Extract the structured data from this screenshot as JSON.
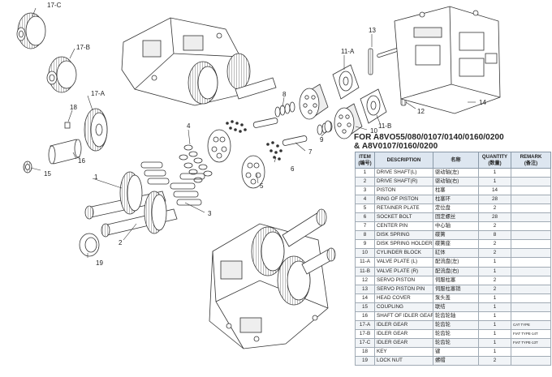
{
  "heading": {
    "line1": "FOR A8VO55/080/0107/0140/0160/0200",
    "line2": "& A8V0107/0160/0200"
  },
  "table": {
    "headers": {
      "item": "ITEM",
      "item_cn": "(编号)",
      "description": "DESCRIPTION",
      "name_cn": "名称",
      "quantity": "QUANTITY",
      "quantity_cn": "(数量)",
      "remark": "REMARK",
      "remark_cn": "(备注)"
    },
    "rows": [
      {
        "item": "1",
        "desc": "DRIVE SHAFT(L)",
        "cn": "驱动轴(左)",
        "qty": "1",
        "remark": ""
      },
      {
        "item": "2",
        "desc": "DRIVE SHAFT(R)",
        "cn": "驱动轴(右)",
        "qty": "1",
        "remark": ""
      },
      {
        "item": "3",
        "desc": "PISTON",
        "cn": "柱塞",
        "qty": "14",
        "remark": ""
      },
      {
        "item": "4",
        "desc": "RING OF PISTON",
        "cn": "柱塞环",
        "qty": "28",
        "remark": ""
      },
      {
        "item": "5",
        "desc": "RETAINER PLATE",
        "cn": "定位盘",
        "qty": "2",
        "remark": ""
      },
      {
        "item": "6",
        "desc": "SOCKET BOLT",
        "cn": "固定螺丝",
        "qty": "28",
        "remark": ""
      },
      {
        "item": "7",
        "desc": "CENTER PIN",
        "cn": "中心轴",
        "qty": "2",
        "remark": ""
      },
      {
        "item": "8",
        "desc": "DISK SPRING",
        "cn": "碟簧",
        "qty": "8",
        "remark": ""
      },
      {
        "item": "9",
        "desc": "DISK SPRING HOLDER",
        "cn": "碟簧座",
        "qty": "2",
        "remark": ""
      },
      {
        "item": "10",
        "desc": "CYLINDER BLOCK",
        "cn": "缸体",
        "qty": "2",
        "remark": ""
      },
      {
        "item": "11-A",
        "desc": "VALVE PLATE (L)",
        "cn": "配流盘(左)",
        "qty": "1",
        "remark": ""
      },
      {
        "item": "11-B",
        "desc": "VALVE PLATE (R)",
        "cn": "配流盘(右)",
        "qty": "1",
        "remark": ""
      },
      {
        "item": "12",
        "desc": "SERVO PISTON",
        "cn": "伺服柱塞",
        "qty": "2",
        "remark": ""
      },
      {
        "item": "13",
        "desc": "SERVO PISTON PIN",
        "cn": "伺服柱塞销",
        "qty": "2",
        "remark": ""
      },
      {
        "item": "14",
        "desc": "HEAD COVER",
        "cn": "泵头盖",
        "qty": "1",
        "remark": ""
      },
      {
        "item": "15",
        "desc": "COUPLING",
        "cn": "联结",
        "qty": "1",
        "remark": ""
      },
      {
        "item": "16",
        "desc": "SHAFT OF IDLER GEAR",
        "cn": "轮齿轮轴",
        "qty": "1",
        "remark": ""
      },
      {
        "item": "17-A",
        "desc": "IDLER GEAR",
        "cn": "轮齿轮",
        "qty": "1",
        "remark": "CAT TYPE"
      },
      {
        "item": "17-B",
        "desc": "IDLER GEAR",
        "cn": "轮齿轮",
        "qty": "1",
        "remark": "FIAT TYPE-14T"
      },
      {
        "item": "17-C",
        "desc": "IDLER GEAR",
        "cn": "轮齿轮",
        "qty": "1",
        "remark": "FIAT TYPE-13T"
      },
      {
        "item": "18",
        "desc": "KEY",
        "cn": "键",
        "qty": "1",
        "remark": ""
      },
      {
        "item": "19",
        "desc": "LOCK NUT",
        "cn": "螺帽",
        "qty": "2",
        "remark": ""
      }
    ]
  },
  "callouts": {
    "c1": "1",
    "c2": "2",
    "c3": "3",
    "c4": "4",
    "c5": "5",
    "c6": "6",
    "c7": "7",
    "c8": "8",
    "c9": "9",
    "c10": "10",
    "c11a": "11-A",
    "c11b": "11-B",
    "c12": "12",
    "c13": "13",
    "c14": "14",
    "c15": "15",
    "c16": "16",
    "c17a": "17-A",
    "c17b": "17-B",
    "c17c": "17-C",
    "c18": "18",
    "c19": "19"
  }
}
